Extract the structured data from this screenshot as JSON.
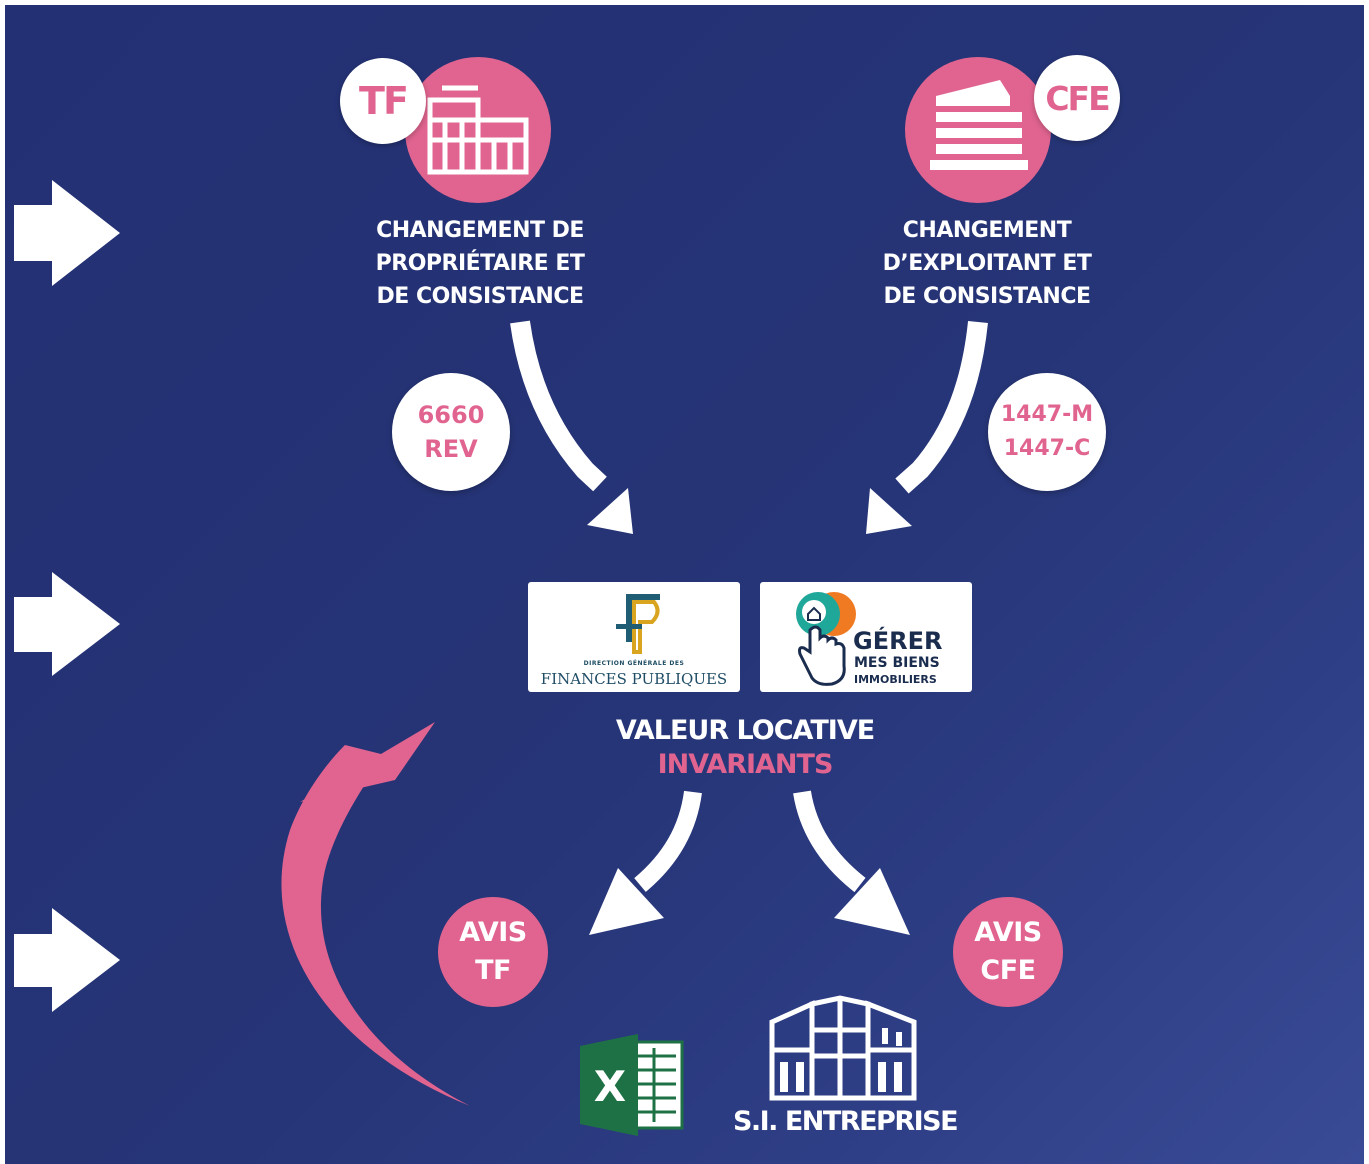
{
  "colors": {
    "background": "#243174",
    "accent": "#e0648f",
    "white": "#ffffff"
  },
  "tf_node": {
    "tag": "TF",
    "label_lines": [
      "CHANGEMENT DE",
      "PROPRIÉTAIRE ET",
      "DE CONSISTANCE"
    ],
    "icon": "building-icon"
  },
  "cfe_node": {
    "tag": "CFE",
    "label_lines": [
      "CHANGEMENT",
      "D’EXPLOITANT ET",
      "DE CONSISTANCE"
    ],
    "icon": "office-tower-icon"
  },
  "form_tf": {
    "line1": "6660",
    "line2": "REV"
  },
  "form_cfe": {
    "line1": "1447-M",
    "line2": "1447-C"
  },
  "dgfip_logo": {
    "small_text": "DIRECTION GÉNÉRALE DES",
    "main_text": "FINANCES PUBLIQUES"
  },
  "gmbi_logo": {
    "line1": "GÉRER",
    "line2": "MES BIENS",
    "line3": "IMMOBILIERS"
  },
  "center": {
    "line1": "VALEUR LOCATIVE",
    "line2": "INVARIANTS"
  },
  "avis_tf": {
    "line1": "AVIS",
    "line2": "TF"
  },
  "avis_cfe": {
    "line1": "AVIS",
    "line2": "CFE"
  },
  "excel_icon": {
    "letter": "X"
  },
  "si_entreprise": {
    "label": "S.I. ENTREPRISE"
  }
}
